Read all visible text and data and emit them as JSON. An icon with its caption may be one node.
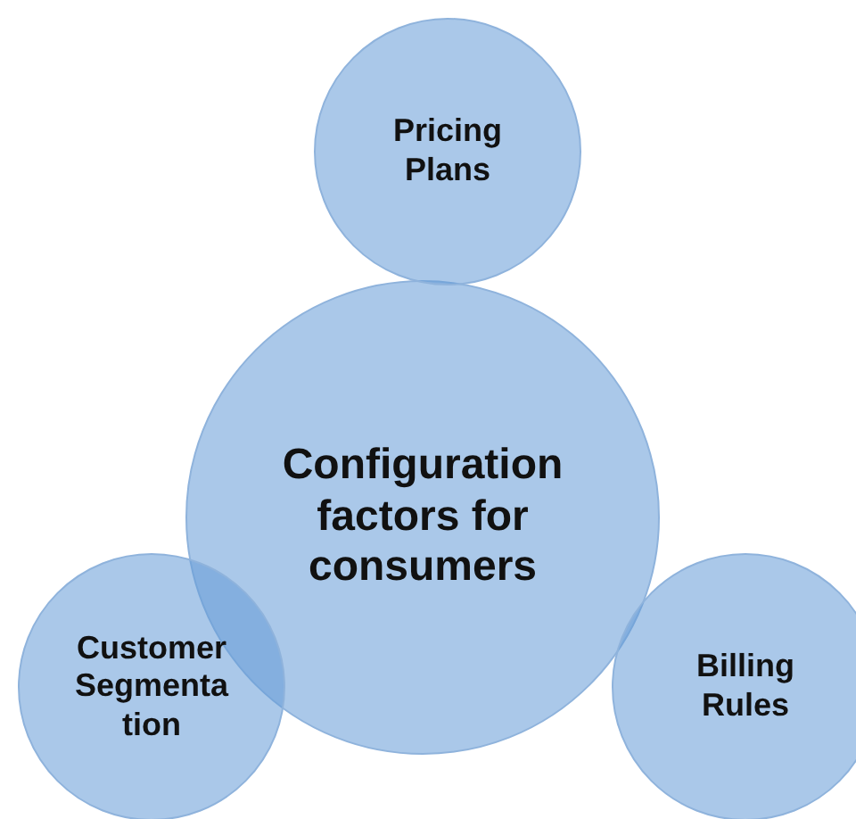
{
  "diagram": {
    "nodes": [
      {
        "text": [
          "Configuration factors for consumers"
        ]
      },
      {
        "text": [
          "Pricing Plans"
        ]
      },
      {
        "text": [
          "Customer Segmentation"
        ]
      },
      {
        "text": [
          "Billing Rules"
        ]
      }
    ]
  }
}
